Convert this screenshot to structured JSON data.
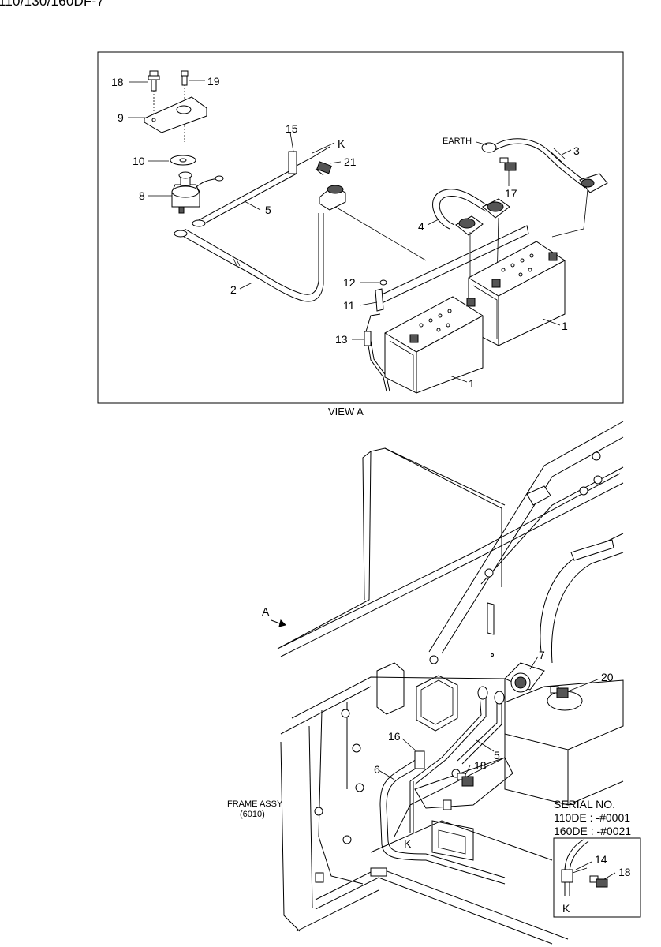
{
  "header": {
    "title": "110/130/160DF-7"
  },
  "view_a": {
    "caption": "VIEW A",
    "earth_label": "EARTH",
    "k_label": "K",
    "callouts": [
      "18",
      "19",
      "9",
      "10",
      "8",
      "15",
      "21",
      "5",
      "2",
      "EARTH",
      "17",
      "3",
      "4",
      "12",
      "11",
      "13",
      "1",
      "1"
    ]
  },
  "frame": {
    "a_label": "A",
    "frame_assy_label": "FRAME ASSY",
    "frame_assy_code": "(6010)",
    "k_label": "K",
    "callouts": [
      "7",
      "20",
      "16",
      "18",
      "5",
      "6"
    ]
  },
  "serial": {
    "title": "SERIAL NO.",
    "line1": "110DE : -#0001",
    "line2": "160DE : -#0021",
    "callouts": [
      "14",
      "18"
    ],
    "k_label": "K"
  }
}
